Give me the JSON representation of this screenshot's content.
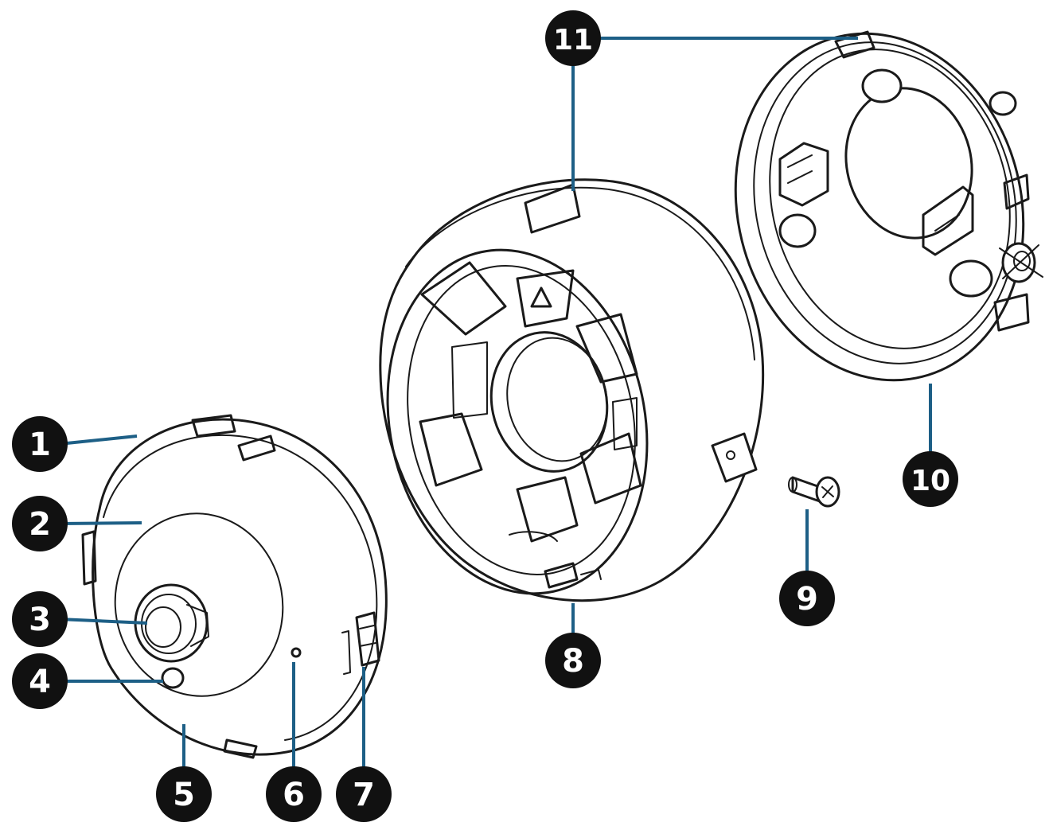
{
  "diagram": {
    "callouts": [
      {
        "id": "1",
        "label": "1"
      },
      {
        "id": "2",
        "label": "2"
      },
      {
        "id": "3",
        "label": "3"
      },
      {
        "id": "4",
        "label": "4"
      },
      {
        "id": "5",
        "label": "5"
      },
      {
        "id": "6",
        "label": "6"
      },
      {
        "id": "7",
        "label": "7"
      },
      {
        "id": "8",
        "label": "8"
      },
      {
        "id": "9",
        "label": "9"
      },
      {
        "id": "10",
        "label": "10"
      },
      {
        "id": "11",
        "label": "11"
      }
    ],
    "colors": {
      "badge": "#111111",
      "leader": "#1d5f86",
      "line_art": "#1a1a1a"
    }
  }
}
